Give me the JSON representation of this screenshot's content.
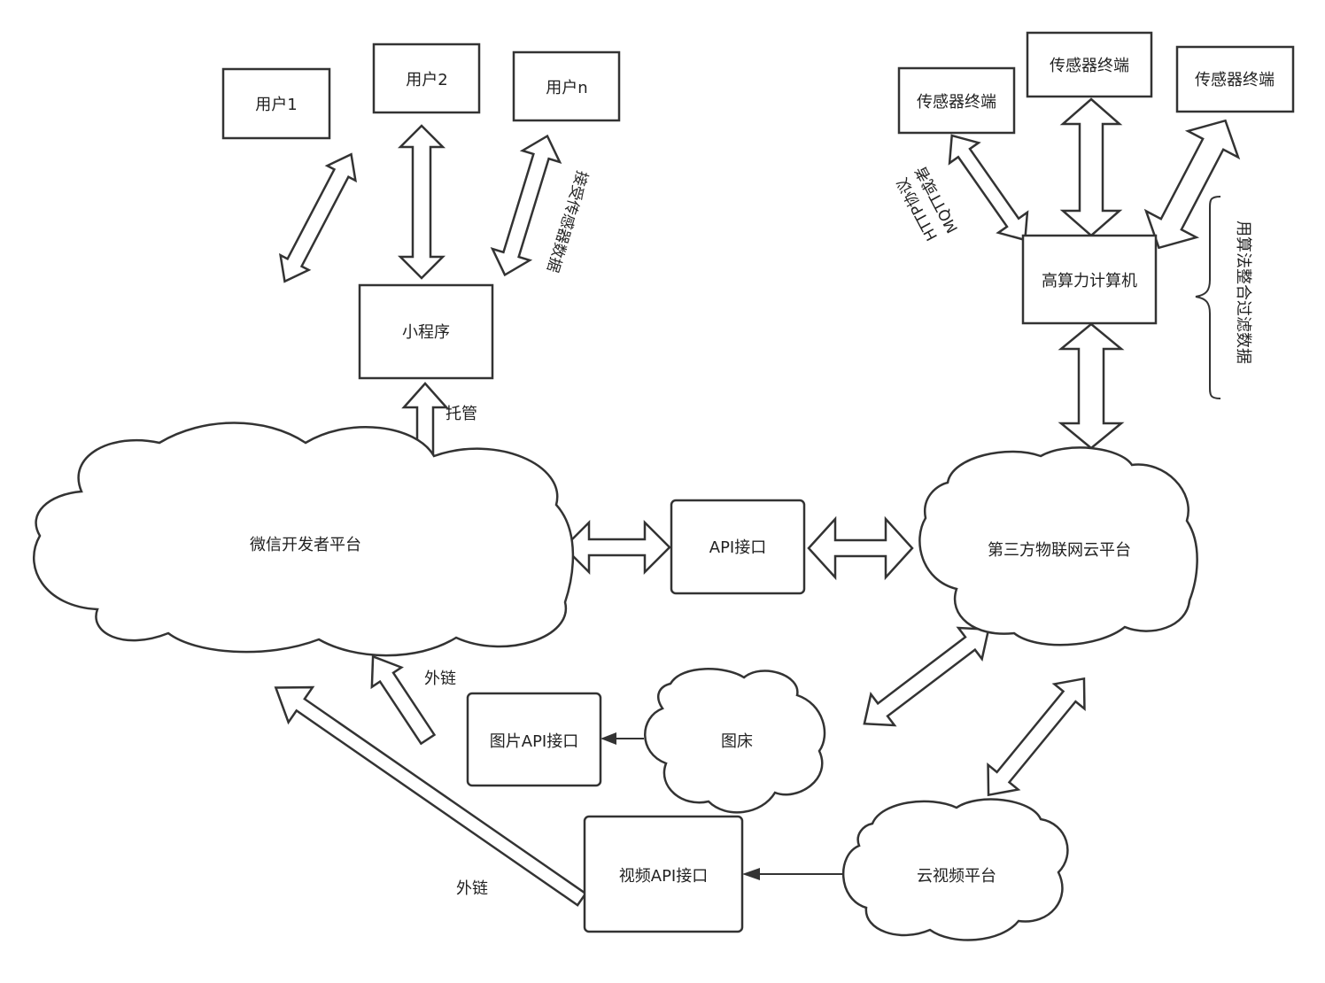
{
  "nodes": {
    "user1": "用户1",
    "user2": "用户2",
    "usern": "用户n",
    "mini_program": "小程序",
    "wechat_platform": "微信开发者平台",
    "api_interface": "API接口",
    "iot_cloud": "第三方物联网云平台",
    "sensor_left": "传感器终端",
    "sensor_center": "传感器终端",
    "sensor_right": "传感器终端",
    "compute": "高算力计算机",
    "image_host": "图床",
    "image_api": "图片API接口",
    "video_api": "视频API接口",
    "cloud_video": "云视频平台"
  },
  "labels": {
    "receive_sensor_data": "接受传感器数据",
    "hosting": "托管",
    "protocol_line1": "MQTT或者",
    "protocol_line2": "HTTP协议",
    "algorithm": "用算法整合过滤数据",
    "external_link_1": "外链",
    "external_link_2": "外链"
  }
}
